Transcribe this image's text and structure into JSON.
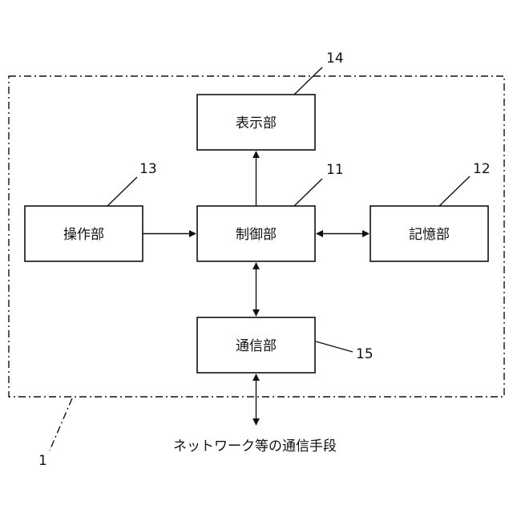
{
  "blocks": {
    "display": {
      "label": "表示部",
      "ref": "14"
    },
    "control": {
      "label": "制御部",
      "ref": "11"
    },
    "operation": {
      "label": "操作部",
      "ref": "13"
    },
    "storage": {
      "label": "記憶部",
      "ref": "12"
    },
    "communication": {
      "label": "通信部",
      "ref": "15"
    }
  },
  "device_ref": "1",
  "network_label": "ネットワーク等の通信手段"
}
